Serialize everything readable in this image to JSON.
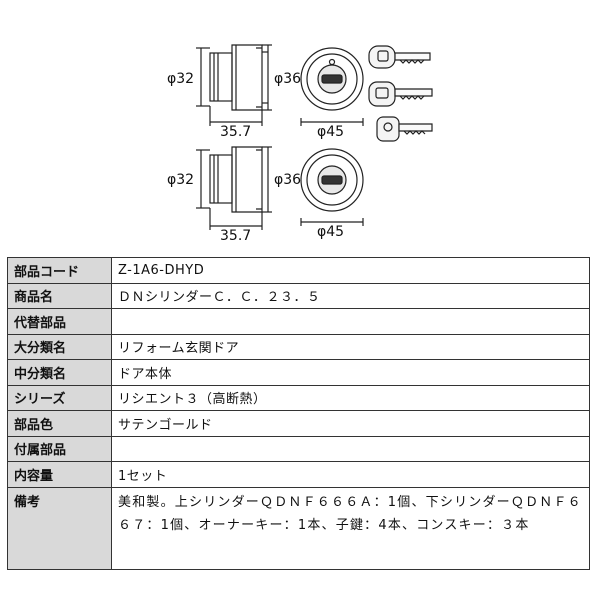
{
  "drawing": {
    "top_set": {
      "cylinder_height_label": "φ32",
      "cylinder_length_label": "35.7",
      "face_height_label": "φ36",
      "face_diameter_label": "φ45"
    },
    "bottom_set": {
      "cylinder_height_label": "φ32",
      "cylinder_length_label": "35.7",
      "face_height_label": "φ36",
      "face_diameter_label": "φ45"
    },
    "keys": [
      "key-icon",
      "key-icon",
      "key-icon"
    ]
  },
  "spec_table": [
    {
      "label": "部品コード",
      "value": "Z-1A6-DHYD"
    },
    {
      "label": "商品名",
      "value": "ＤＮシリンダーＣ．Ｃ．２３．５"
    },
    {
      "label": "代替部品",
      "value": ""
    },
    {
      "label": "大分類名",
      "value": "リフォーム玄関ドア"
    },
    {
      "label": "中分類名",
      "value": "ドア本体"
    },
    {
      "label": "シリーズ",
      "value": "リシエント３（高断熱）"
    },
    {
      "label": "部品色",
      "value": "サテンゴールド"
    },
    {
      "label": "付属部品",
      "value": ""
    },
    {
      "label": "内容量",
      "value": "1セット"
    },
    {
      "label": "備考",
      "value": "美和製。上シリンダーＱＤＮＦ６６６Ａ：1個、下シリンダーＱＤＮＦ６６７：1個、オーナーキー：1本、子鍵：4本、コンスキー：３本"
    }
  ]
}
